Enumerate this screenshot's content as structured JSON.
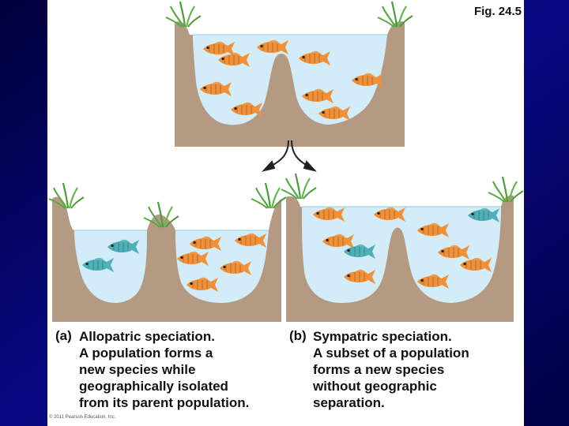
{
  "figure_label": "Fig. 24.5",
  "panel_a": {
    "tag": "(a)",
    "lines": [
      "Allopatric speciation.",
      "A population forms a",
      "new species while",
      "geographically isolated",
      "from its parent population."
    ]
  },
  "panel_b": {
    "tag": "(b)",
    "lines": [
      "Sympatric speciation.",
      "A subset of a population",
      "forms a new species",
      "without geographic",
      "separation."
    ]
  },
  "copyright": "© 2011 Pearson Education, Inc.",
  "colors": {
    "slide_background": "#00006a",
    "panel": "#ffffff",
    "water": "#d2ecf8",
    "soil": "#b49a83",
    "grass": "#5aa845",
    "orange_fish": "#f0913a",
    "blue_fish": "#4fb1b7"
  },
  "icons": [
    "fish-icon",
    "grass-icon",
    "split-arrow-icon"
  ]
}
